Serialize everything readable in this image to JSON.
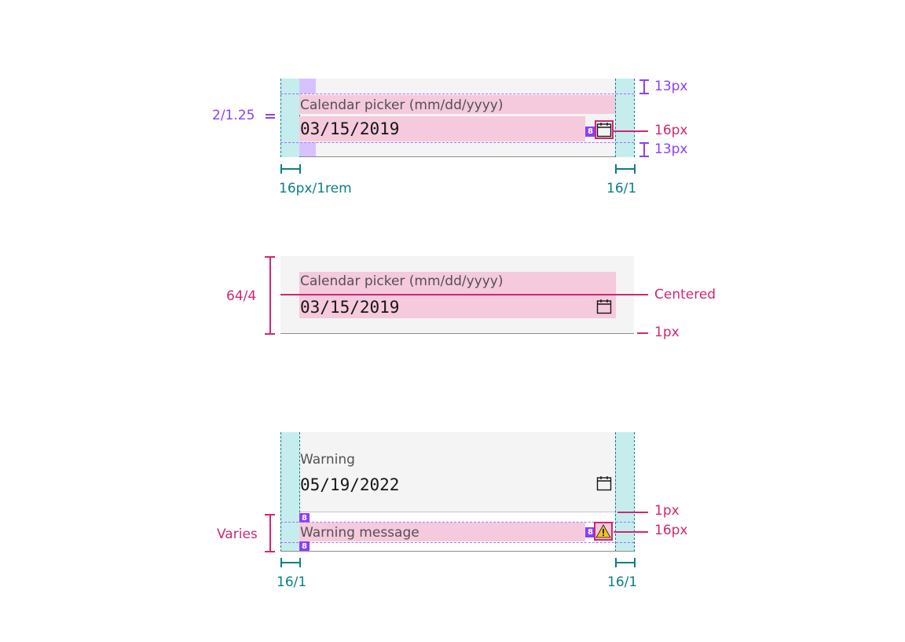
{
  "example_top": {
    "label": "Calendar picker (mm/dd/yyyy)",
    "value": "03/15/2019",
    "spec_top_padding": "13px",
    "spec_icon_size": "16px",
    "spec_bottom_padding": "13px",
    "spec_label_gap": "2/1.25",
    "spec_left_padding": "16px/1rem",
    "spec_right_padding": "16/1",
    "badge_spacing": "8"
  },
  "example_middle": {
    "label": "Calendar picker (mm/dd/yyyy)",
    "value": "03/15/2019",
    "spec_height": "64/4",
    "spec_alignment": "Centered",
    "spec_border": "1px"
  },
  "example_bottom": {
    "label": "Warning",
    "value": "05/19/2022",
    "helper_text": "Warning message",
    "spec_height": "Varies",
    "spec_divider": "1px",
    "spec_icon_size": "16px",
    "spec_left_padding": "16/1",
    "spec_right_padding": "16/1",
    "badge_spacing": "8"
  },
  "colors": {
    "field_background": "#f4f4f4",
    "padding_overlay": "#c6eded",
    "spacing_overlay": "#d7c2ff",
    "content_overlay": "#f4cadc",
    "spec_purple": "#8a3ffc",
    "spec_pink": "#d12771",
    "spec_teal": "#0a7f84",
    "warning_yellow": "#f1c21b"
  },
  "icons": {
    "calendar": "calendar-icon",
    "warning": "warning-triangle-icon"
  }
}
